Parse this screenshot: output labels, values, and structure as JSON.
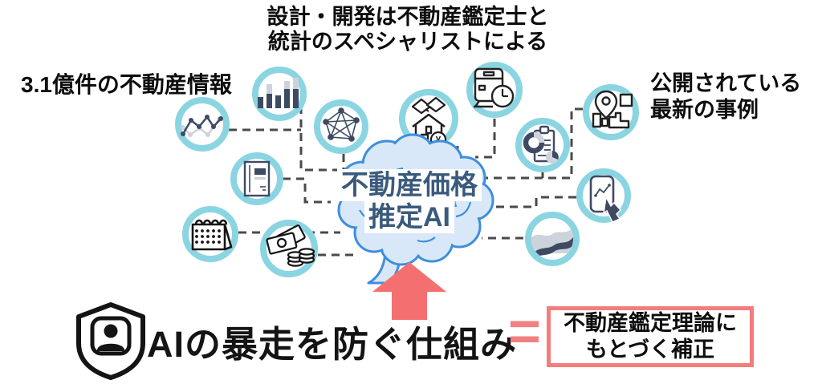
{
  "notes": {
    "top_line1": "設計・開発は不動産鑑定士と",
    "top_line2": "統計のスペシャリストによる",
    "left": "3.1億件の不動産情報",
    "right_line1": "公開されている",
    "right_line2": "最新の事例"
  },
  "brain": {
    "line1": "不動産価格",
    "line2": "推定AI"
  },
  "bottom": {
    "title": "AIの暴走を防ぐ仕組み",
    "equals": "=",
    "box_line1": "不動産鑑定理論に",
    "box_line2": "もとづく補正"
  },
  "icons": {
    "yen": "¥",
    "list": [
      "line-chart",
      "bar-chart",
      "network-graph",
      "handshake-house",
      "train-clock",
      "clipboard-analytics",
      "map-pin",
      "document",
      "calendar",
      "money",
      "phone-touch",
      "area-chart"
    ]
  },
  "colors": {
    "circle_ring": "#8AD5E1",
    "icon_navy": "#3E4A61",
    "icon_gray": "#CDD3DA",
    "brain_fill": "#D9E8F8",
    "brain_stroke": "#3E8EDE",
    "brain_text": "#3A5A7C",
    "accent_red": "#F47878",
    "connector": "#4A4A4A"
  }
}
